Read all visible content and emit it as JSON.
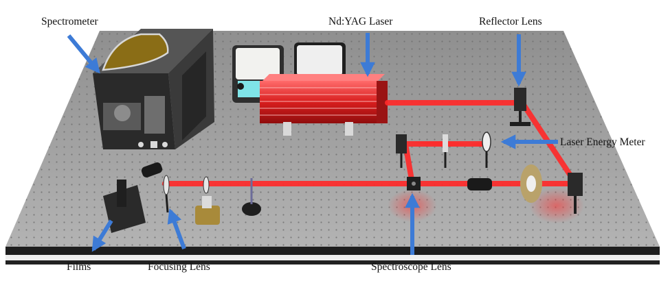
{
  "labels": {
    "spectrometer": "Spectrometer",
    "laser": "Nd:YAG Laser",
    "reflector_lens": "Reflector Lens",
    "laser_energy_meter": "Laser Energy Meter",
    "films": "Films",
    "focusing_lens": "Focusing Lens",
    "spectroscope_lens": "Spectroscope Lens"
  },
  "colors": {
    "beam": "#ff2a2a",
    "arrow": "#3d7bd6",
    "table": "#9a9a9a",
    "laser_body": "#d81e1e"
  }
}
